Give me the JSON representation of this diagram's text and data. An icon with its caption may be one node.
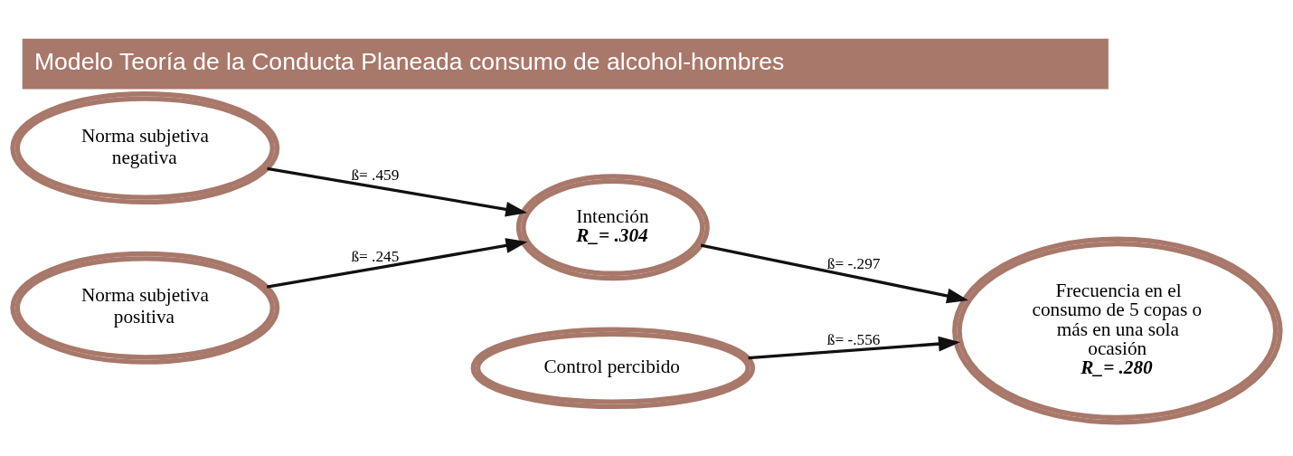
{
  "diagram": {
    "title": "Modelo Teoría de la Conducta Planeada consumo de alcohol-hombres",
    "nodes": [
      {
        "text": [
          "Norma subjetiva negativa"
        ]
      },
      {
        "text": [
          "Norma subjetiva positiva"
        ]
      },
      {
        "text": [
          "Intención",
          "R_= .304"
        ]
      },
      {
        "text": [
          "Frecuencia en el consumo de 5 copas o más en una sola ocasión",
          "R_= .280"
        ]
      },
      {
        "text": [
          "Control percibido"
        ]
      }
    ],
    "edges": [
      {
        "from": 0,
        "to": 2,
        "arrow": "to",
        "label": "ß= .459"
      },
      {
        "from": 1,
        "to": 2,
        "arrow": "to",
        "label": "ß= .245"
      },
      {
        "from": 2,
        "to": 3,
        "arrow": "to",
        "label": "ß= -.297"
      },
      {
        "from": 4,
        "to": 3,
        "arrow": "to",
        "label": "ß= -.556"
      }
    ]
  }
}
